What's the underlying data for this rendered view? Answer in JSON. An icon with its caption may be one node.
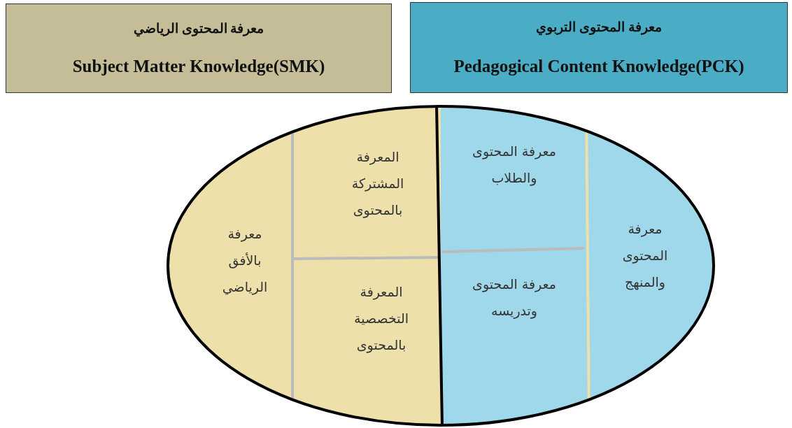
{
  "diagram": {
    "nodes": [
      {
        "text": [
          "معرفة المحتوى الرياضي",
          "Subject Matter Knowledge(SMK)"
        ]
      },
      {
        "text": [
          "معرفة المحتوى التربوي",
          "Pedagogical Content Knowledge(PCK)"
        ]
      },
      {
        "text": [
          "معرفة بالأفق الرياضي"
        ]
      },
      {
        "text": [
          "المعرفة المشتركة بالمحتوى"
        ]
      },
      {
        "text": [
          "المعرفة التخصصية بالمحتوى"
        ]
      },
      {
        "text": [
          "معرفة المحتوى والطلاب"
        ]
      },
      {
        "text": [
          "معرفة المحتوى وتدريسه"
        ]
      },
      {
        "text": [
          "معرفة المحتوى والمنهج"
        ]
      }
    ]
  }
}
